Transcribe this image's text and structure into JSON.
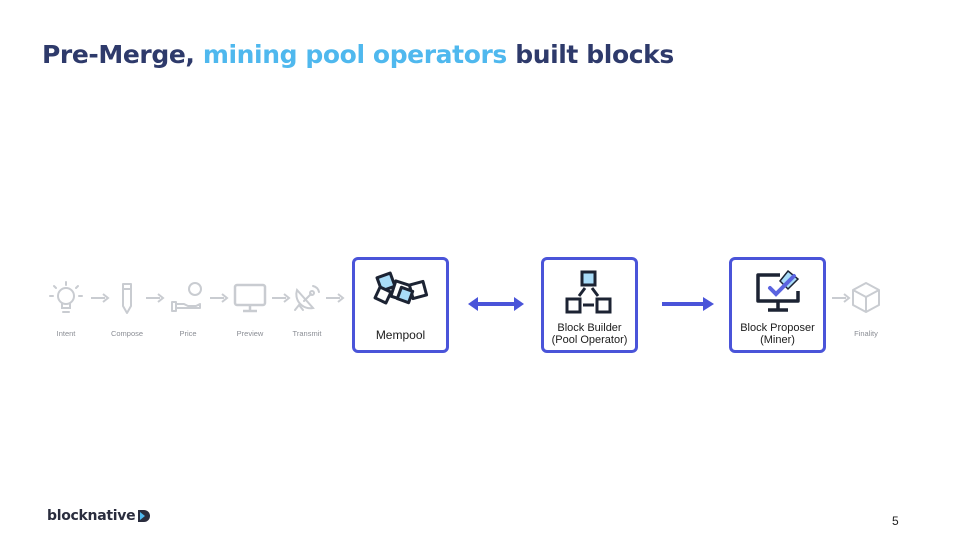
{
  "title": {
    "prefix": "Pre-Merge, ",
    "highlight": "mining pool operators",
    "suffix": " built blocks"
  },
  "pipeline_steps": [
    {
      "label": "Intent",
      "icon": "lightbulb-icon"
    },
    {
      "label": "Compose",
      "icon": "pencil-icon"
    },
    {
      "label": "Price",
      "icon": "hand-coin-icon"
    },
    {
      "label": "Preview",
      "icon": "monitor-icon"
    },
    {
      "label": "Transmit",
      "icon": "satellite-dish-icon"
    }
  ],
  "highlighted_boxes": [
    {
      "label": "Mempool",
      "icon": "mempool-cubes-icon"
    },
    {
      "label_line1": "Block Builder",
      "label_line2": "(Pool Operator)",
      "icon": "network-tree-icon"
    },
    {
      "label_line1": "Block Proposer",
      "label_line2": "(Miner)",
      "icon": "monitor-check-icon"
    }
  ],
  "final_step": {
    "label": "Finality",
    "icon": "cube-icon"
  },
  "colors": {
    "title_dark": "#2e3a6b",
    "title_highlight": "#4fb8ee",
    "accent_blue": "#4a54d9",
    "icon_light_blue": "#a9dcf8",
    "faded_gray": "#c9ccd1"
  },
  "footer": {
    "brand": "blocknative",
    "page_number": "5"
  }
}
